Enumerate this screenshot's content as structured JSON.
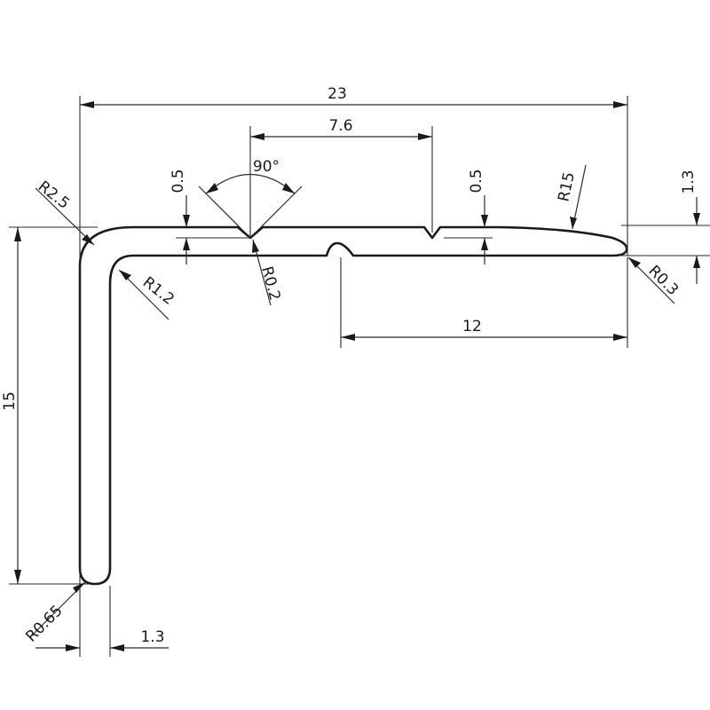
{
  "drawing": {
    "overall_width": "23",
    "groove_spacing": "7.6",
    "groove_angle": "90°",
    "groove_depth_top": "0.5",
    "groove_depth_mid": "0.5",
    "thickness_top": "1.3",
    "thickness_leg": "1.3",
    "leg_height": "15",
    "bottom_groove_offset": "12",
    "outer_corner_radius": "R2.5",
    "inner_corner_radius": "R1.2",
    "groove_radius": "R0.2",
    "tip_curve_radius": "R15",
    "tip_radius": "R0.3",
    "leg_end_radius": "R0.65"
  }
}
